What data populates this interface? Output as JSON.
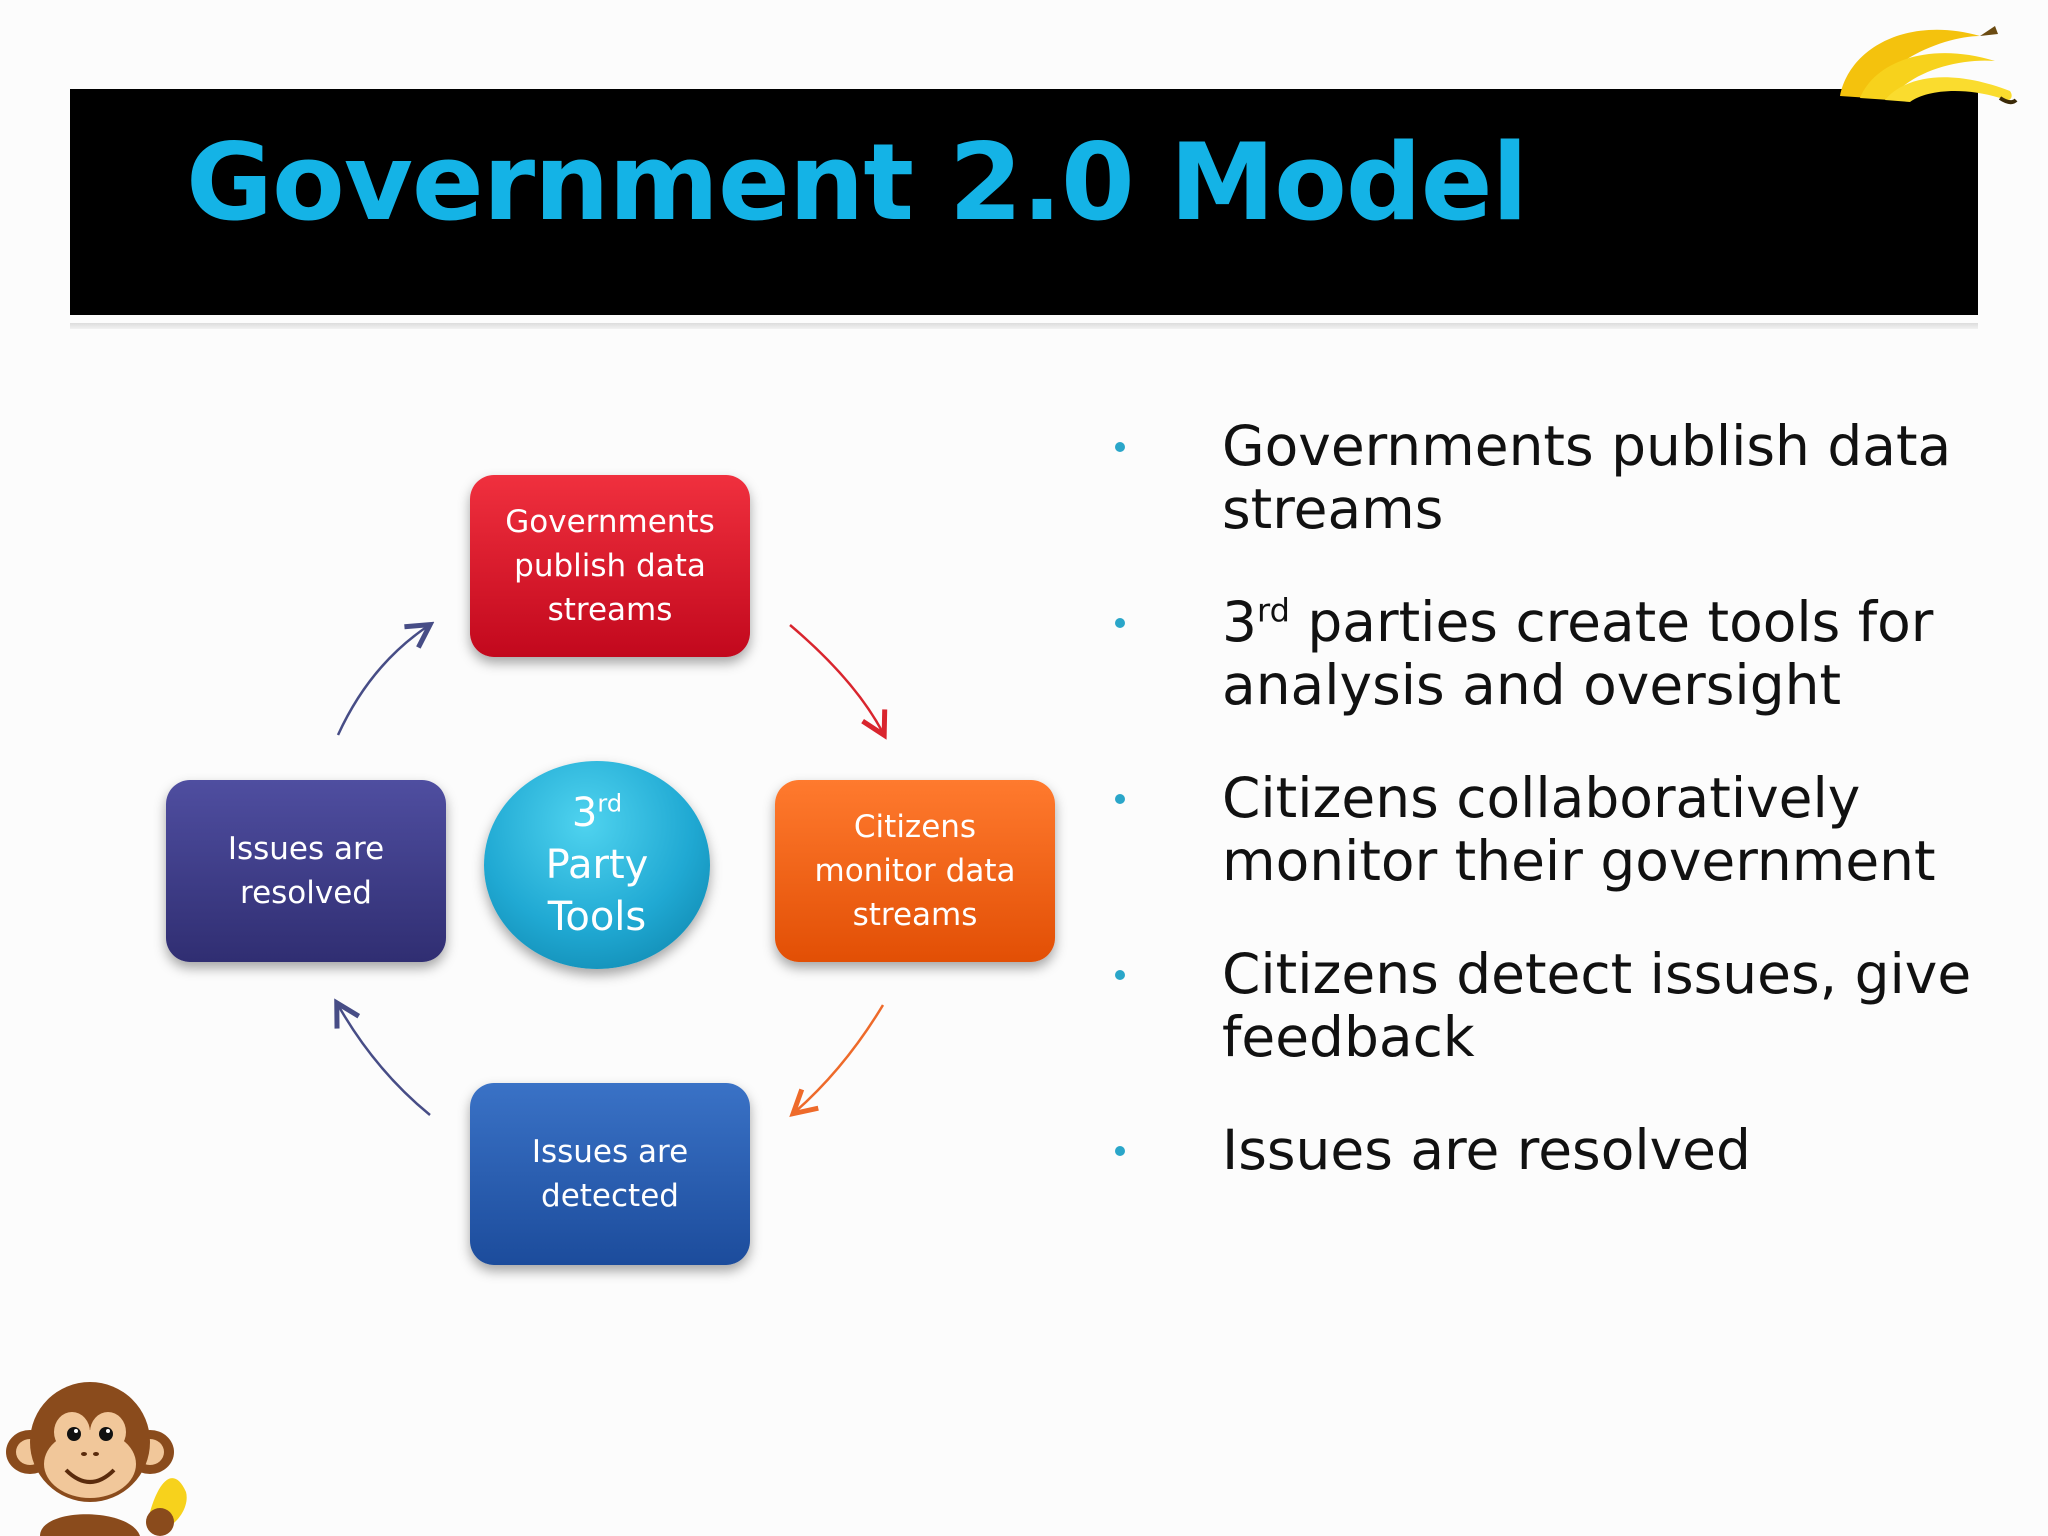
{
  "slide": {
    "title": "Government 2.0 Model"
  },
  "diagram": {
    "box_top": "Governments publish data streams",
    "box_right": "Citizens monitor data streams",
    "box_bottom": "Issues are detected",
    "box_left": "Issues are resolved",
    "hub": {
      "number": "3",
      "suffix": "rd",
      "line2": "Party",
      "line3": "Tools"
    },
    "colors": {
      "top": "#d61428",
      "right": "#f26417",
      "bottom": "#2a5fb0",
      "left": "#3d3c86",
      "hub": "#1aa5d1"
    }
  },
  "bullets": [
    {
      "text": "Governments publish data streams"
    },
    {
      "number": "3",
      "suffix": "rd",
      "text": " parties create tools for analysis and oversight"
    },
    {
      "text": "Citizens  collaboratively monitor their government"
    },
    {
      "text": "Citizens detect issues, give feedback"
    },
    {
      "text": "Issues are resolved"
    }
  ]
}
